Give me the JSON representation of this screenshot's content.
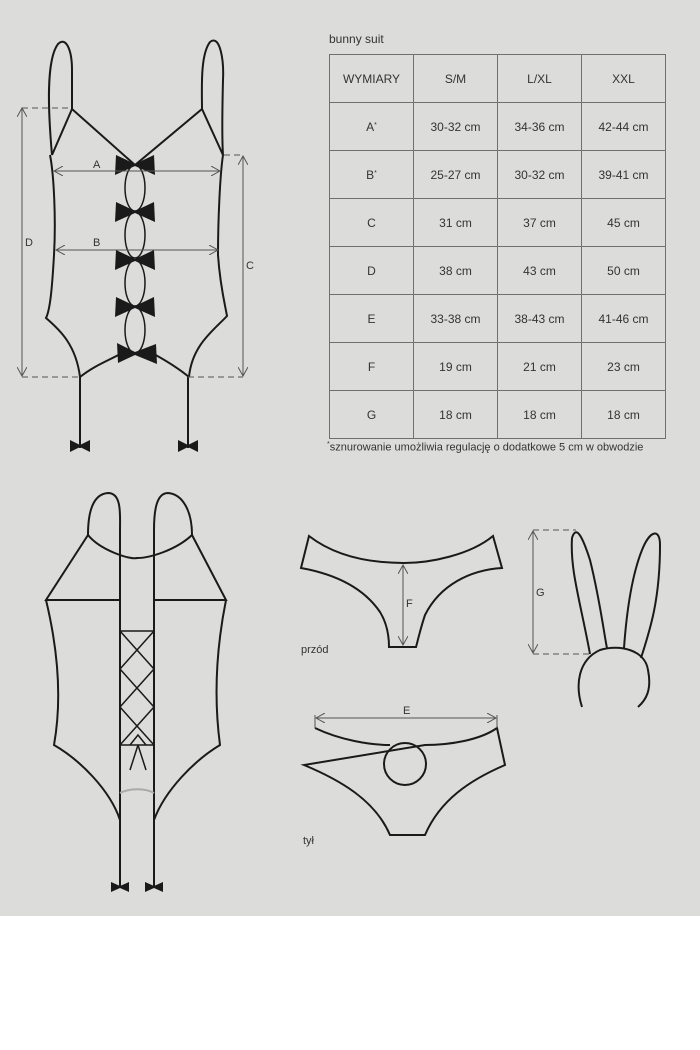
{
  "title": "bunny suit",
  "table": {
    "headers": [
      "WYMIARY",
      "S/M",
      "L/XL",
      "XXL"
    ],
    "rows": [
      {
        "label": "A",
        "mark": "*",
        "values": [
          "30-32 cm",
          "34-36 cm",
          "42-44 cm"
        ]
      },
      {
        "label": "B",
        "mark": "*",
        "values": [
          "25-27 cm",
          "30-32 cm",
          "39-41 cm"
        ]
      },
      {
        "label": "C",
        "mark": "",
        "values": [
          "31 cm",
          "37 cm",
          "45 cm"
        ]
      },
      {
        "label": "D",
        "mark": "",
        "values": [
          "38 cm",
          "43 cm",
          "50 cm"
        ]
      },
      {
        "label": "E",
        "mark": "",
        "values": [
          "33-38 cm",
          "38-43 cm",
          "41-46 cm"
        ]
      },
      {
        "label": "F",
        "mark": "",
        "values": [
          "19 cm",
          "21 cm",
          "23 cm"
        ]
      },
      {
        "label": "G",
        "mark": "",
        "values": [
          "18 cm",
          "18 cm",
          "18 cm"
        ]
      }
    ]
  },
  "note": {
    "mark": "*",
    "text": "sznurowanie umożliwia regulację o dodatkowe 5 cm w obwodzie"
  },
  "diagram_labels": {
    "A": "A",
    "B": "B",
    "C": "C",
    "D": "D",
    "E": "E",
    "F": "F",
    "G": "G",
    "front": "przód",
    "back": "tył"
  },
  "colors": {
    "panel": "#dcdcdb",
    "line": "#1a1a1a",
    "dim": "#555555",
    "page": "#ffffff"
  }
}
